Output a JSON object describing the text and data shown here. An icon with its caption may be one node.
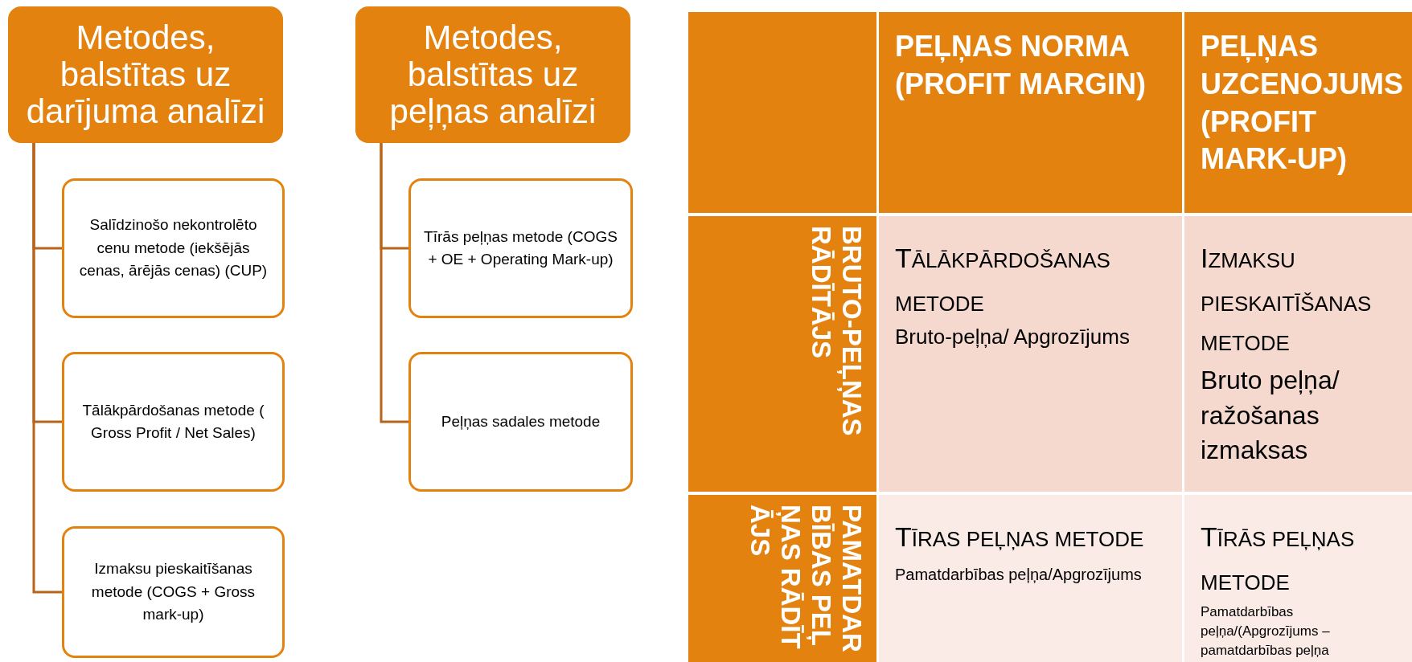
{
  "diagram": {
    "nodes": [
      {
        "text": [
          "Metodes, balstītas uz darījuma analīzi"
        ]
      },
      {
        "text": [
          "Salīdzinošo nekontrolēto cenu metode (iekšējās cenas, ārējās cenas) (CUP)"
        ]
      },
      {
        "text": [
          "Tālākpārdošanas metode  ( Gross Profit / Net Sales)"
        ]
      },
      {
        "text": [
          "Izmaksu pieskaitīšanas metode  (COGS + Gross mark-up)"
        ]
      },
      {
        "text": [
          "Metodes, balstītas uz peļņas analīzi"
        ]
      },
      {
        "text": [
          "Tīrās peļņas metode (COGS + OE + Operating Mark-up)"
        ]
      },
      {
        "text": [
          "Peļņas sadales metode"
        ]
      }
    ],
    "edges": [
      {
        "from": 0,
        "to": 1,
        "arrow": "none"
      },
      {
        "from": 0,
        "to": 2,
        "arrow": "none"
      },
      {
        "from": 0,
        "to": 3,
        "arrow": "none"
      },
      {
        "from": 4,
        "to": 5,
        "arrow": "none"
      },
      {
        "from": 4,
        "to": 6,
        "arrow": "none"
      }
    ],
    "labels": [
      "PEĻŅAS NORMA (PROFIT MARGIN)",
      "PEĻŅAS UZCENOJUMS (PROFIT MARK-UP)",
      "BRUTO-PEĻŅAS RĀDĪTĀJS",
      "TĀLĀKPĀRDOŠANAS METODE",
      "Bruto-peļņa/ Apgrozījums",
      "IZMAKSU PIESKAITĪŠANAS METODE",
      "Bruto peļņa/ ražošanas izmaksas",
      "PAMATDARBĪBAS PEĻŅAS RĀDĪTĀJS",
      "TĪRAS PEĻŅAS METODE",
      "Pamatdarbības peļņa/Apgrozījums",
      "TĪRĀS PEĻŅAS METODE",
      "Pamatdarbības peļņa/(Apgrozījums – pamatdarbības peļņa"
    ]
  }
}
